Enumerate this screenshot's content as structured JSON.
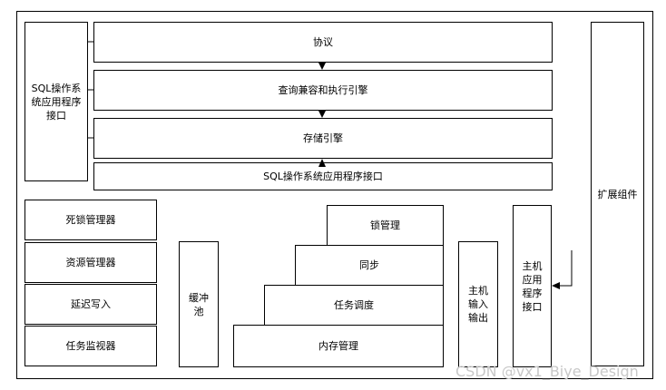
{
  "left_api": "SQL操作系统应用程序接口",
  "layers": {
    "protocol": "协议",
    "query_engine": "查询兼容和执行引擎",
    "storage_engine": "存储引擎",
    "sqlos_api": "SQL操作系统应用程序接口"
  },
  "managers": [
    "死锁管理器",
    "资源管理器",
    "延迟写入",
    "任务监视器"
  ],
  "buffer_pool": "缓冲池",
  "stack": {
    "lock": "锁管理",
    "sync": "同步",
    "scheduling": "任务调度",
    "memory": "内存管理"
  },
  "host_io": "主机输入输出",
  "host_api": "主机应用程序接口",
  "extension": "扩展组件",
  "watermark": "CSDN @vx1_Biye_Design"
}
